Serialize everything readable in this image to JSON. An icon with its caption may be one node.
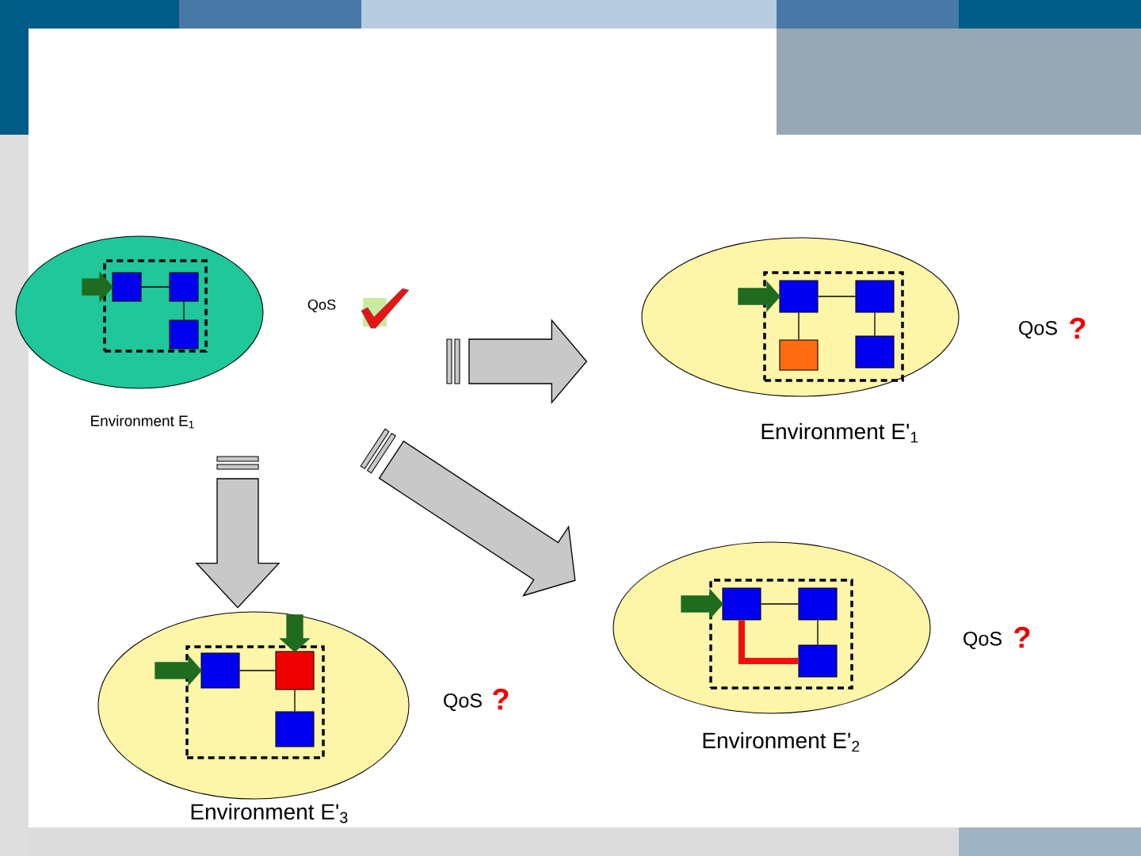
{
  "diagram": {
    "nodes": [
      {
        "text": [],
        "shape": "ellipse",
        "beside": [
          "Environment E$_{1}$",
          "QoS"
        ]
      },
      {
        "text": [],
        "shape": "box",
        "in": 0
      },
      {
        "text": [],
        "shape": "box",
        "in": 1
      },
      {
        "text": [],
        "shape": "box",
        "in": 1
      },
      {
        "text": [],
        "shape": "box",
        "in": 1
      },
      {
        "text": [],
        "shape": "ellipse",
        "beside": [
          "Environment E'$_{1}$",
          "QoS",
          "?"
        ]
      },
      {
        "text": [],
        "shape": "box",
        "in": 5
      },
      {
        "text": [],
        "shape": "box",
        "in": 6
      },
      {
        "text": [],
        "shape": "box",
        "in": 6
      },
      {
        "text": [],
        "shape": "box",
        "in": 6
      },
      {
        "text": [],
        "shape": "box",
        "in": 6
      },
      {
        "text": [],
        "shape": "ellipse",
        "beside": [
          "Environment E'$_{2}$",
          "QoS",
          "?"
        ]
      },
      {
        "text": [],
        "shape": "box",
        "in": 11
      },
      {
        "text": [],
        "shape": "box",
        "in": 12
      },
      {
        "text": [],
        "shape": "box",
        "in": 12
      },
      {
        "text": [],
        "shape": "box",
        "in": 12
      },
      {
        "text": [],
        "shape": "ellipse",
        "beside": [
          "Environment E'$_{3}$",
          "QoS",
          "?"
        ]
      },
      {
        "text": [],
        "shape": "box",
        "in": 16
      },
      {
        "text": [],
        "shape": "box",
        "in": 17
      },
      {
        "text": [],
        "shape": "box",
        "in": 17
      },
      {
        "text": [],
        "shape": "box",
        "in": 17
      }
    ],
    "edges": [
      {
        "from": 0,
        "to": 5,
        "arrow": "to",
        "style": "thick",
        "color": "#c8c8c8"
      },
      {
        "from": 0,
        "to": 11,
        "arrow": "to",
        "style": "thick",
        "color": "#c8c8c8"
      },
      {
        "from": 0,
        "to": 16,
        "arrow": "to",
        "style": "thick",
        "color": "#c8c8c8"
      },
      {
        "from": 2,
        "to": 3,
        "arrow": "none"
      },
      {
        "from": 3,
        "to": 4,
        "arrow": "none"
      },
      {
        "from": 7,
        "to": 8,
        "arrow": "none"
      },
      {
        "from": 7,
        "to": 9,
        "arrow": "none"
      },
      {
        "from": 8,
        "to": 10,
        "arrow": "none"
      },
      {
        "from": 13,
        "to": 14,
        "arrow": "none"
      },
      {
        "from": 14,
        "to": 15,
        "arrow": "none"
      },
      {
        "from": 13,
        "to": 15,
        "arrow": "none",
        "style": "thick",
        "color": "#ee1111"
      },
      {
        "from": 18,
        "to": 19,
        "arrow": "none"
      },
      {
        "from": 19,
        "to": 20,
        "arrow": "none"
      },
      {
        "from": null,
        "to": 2,
        "arrow": "to",
        "style": "thick",
        "color": "#1f6b1f"
      },
      {
        "from": null,
        "to": 7,
        "arrow": "to",
        "style": "thick",
        "color": "#1f6b1f"
      },
      {
        "from": null,
        "to": 13,
        "arrow": "to",
        "style": "thick",
        "color": "#1f6b1f"
      },
      {
        "from": null,
        "to": 18,
        "arrow": "to",
        "style": "thick",
        "color": "#1f6b1f"
      },
      {
        "from": null,
        "to": 19,
        "arrow": "to",
        "style": "thick",
        "color": "#1f6b1f"
      }
    ]
  }
}
